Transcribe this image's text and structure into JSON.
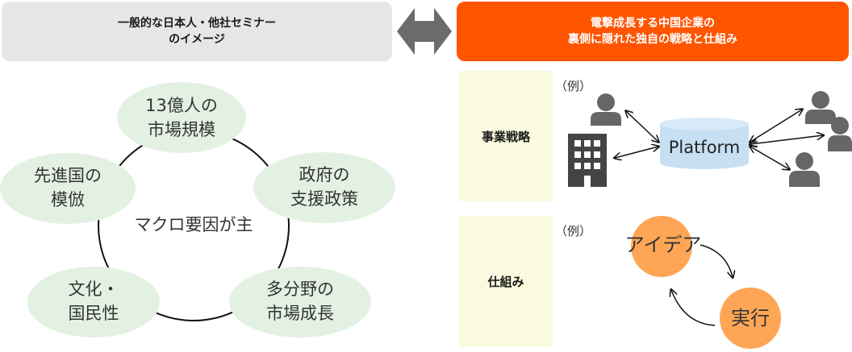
{
  "left_header": {
    "line1": "一般的な日本人・他社セミナー",
    "line2": "のイメージ"
  },
  "right_header": {
    "line1": "電撃成長する中国企業の",
    "line2": "裏側に隠れた独自の戦略と仕組み"
  },
  "factors": {
    "center_label": "マクロ要因が主",
    "items": [
      {
        "line1": "13億人の",
        "line2": "市場規模"
      },
      {
        "line1": "政府の",
        "line2": "支援政策"
      },
      {
        "line1": "多分野の",
        "line2": "市場成長"
      },
      {
        "line1": "文化・",
        "line2": "国民性"
      },
      {
        "line1": "先進国の",
        "line2": "模倣"
      }
    ]
  },
  "strategy": {
    "label": "事業戦略",
    "example": "（例）",
    "platform_label": "Platform"
  },
  "mechanism": {
    "label": "仕組み",
    "example": "（例）",
    "idea_label": "アイデア",
    "execution_label": "実行"
  },
  "colors": {
    "circle_fill": "#e3f1e3",
    "orange": "#ff5500",
    "orange_circle": "#ffa656",
    "platform_fill": "#c6dff3",
    "icon_gray": "#666666",
    "label_bg": "#fafae0"
  }
}
